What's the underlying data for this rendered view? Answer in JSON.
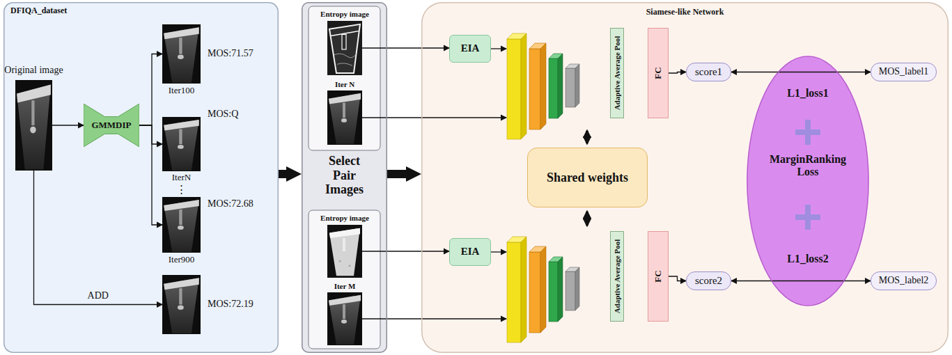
{
  "diagram": {
    "nodes": [
      {
        "text": [
          "DFIQA_dataset"
        ]
      },
      {
        "text": [
          "Original image"
        ],
        "in": 0
      },
      {
        "text": [
          "GMMDIP"
        ],
        "in": 0
      },
      {
        "text": [
          "MOS:71.57",
          "Iter100"
        ],
        "in": 0
      },
      {
        "text": [
          "MOS:Q",
          "IterN"
        ],
        "in": 0
      },
      {
        "text": [
          "MOS:72.68",
          "Iter900"
        ],
        "in": 0
      },
      {
        "text": [
          "MOS:72.19"
        ],
        "in": 0
      },
      {
        "text": [
          "Select Pair Images"
        ]
      },
      {
        "text": [
          "Entropy image"
        ],
        "in": 7
      },
      {
        "text": [
          "Iter N"
        ],
        "in": 7
      },
      {
        "text": [
          "Entropy image"
        ],
        "in": 7
      },
      {
        "text": [
          "Iter M"
        ],
        "in": 7
      },
      {
        "text": [
          "Siamese-like Network"
        ]
      },
      {
        "text": [
          "EIA"
        ],
        "in": 12
      },
      {
        "text": [
          "Adaptive Average Pool"
        ],
        "in": 12
      },
      {
        "text": [
          "FC"
        ],
        "in": 12
      },
      {
        "text": [
          "score1"
        ],
        "in": 12
      },
      {
        "text": [
          "Shared weights"
        ],
        "in": 12
      },
      {
        "text": [
          "EIA"
        ],
        "in": 12
      },
      {
        "text": [
          "Adaptive Average Pool"
        ],
        "in": 12
      },
      {
        "text": [
          "FC"
        ],
        "in": 12
      },
      {
        "text": [
          "score2"
        ],
        "in": 12
      },
      {
        "text": [
          "L1_loss1",
          "MarginRanking Loss",
          "L1_loss2"
        ],
        "in": 12
      },
      {
        "text": [
          "MOS_label1"
        ],
        "in": 12
      },
      {
        "text": [
          "MOS_label2"
        ],
        "in": 12
      }
    ],
    "edges": [
      {
        "from": 1,
        "to": 2,
        "arrow": "to"
      },
      {
        "from": 2,
        "to": 3,
        "arrow": "to"
      },
      {
        "from": 2,
        "to": 4,
        "arrow": "to"
      },
      {
        "from": 2,
        "to": 5,
        "arrow": "to"
      },
      {
        "from": 1,
        "to": 6,
        "label": "ADD",
        "arrow": "to"
      },
      {
        "from": 0,
        "to": 7,
        "arrow": "to"
      },
      {
        "from": 7,
        "to": 12,
        "arrow": "to"
      },
      {
        "from": 8,
        "to": 13,
        "arrow": "to"
      },
      {
        "from": 10,
        "to": 18,
        "arrow": "to"
      },
      {
        "from": 15,
        "to": 16,
        "arrow": "to"
      },
      {
        "from": 20,
        "to": 21,
        "arrow": "to"
      },
      {
        "from": 16,
        "to": 23,
        "arrow": "both"
      },
      {
        "from": 21,
        "to": 24,
        "arrow": "both"
      }
    ],
    "labels": [
      "⋮"
    ]
  }
}
